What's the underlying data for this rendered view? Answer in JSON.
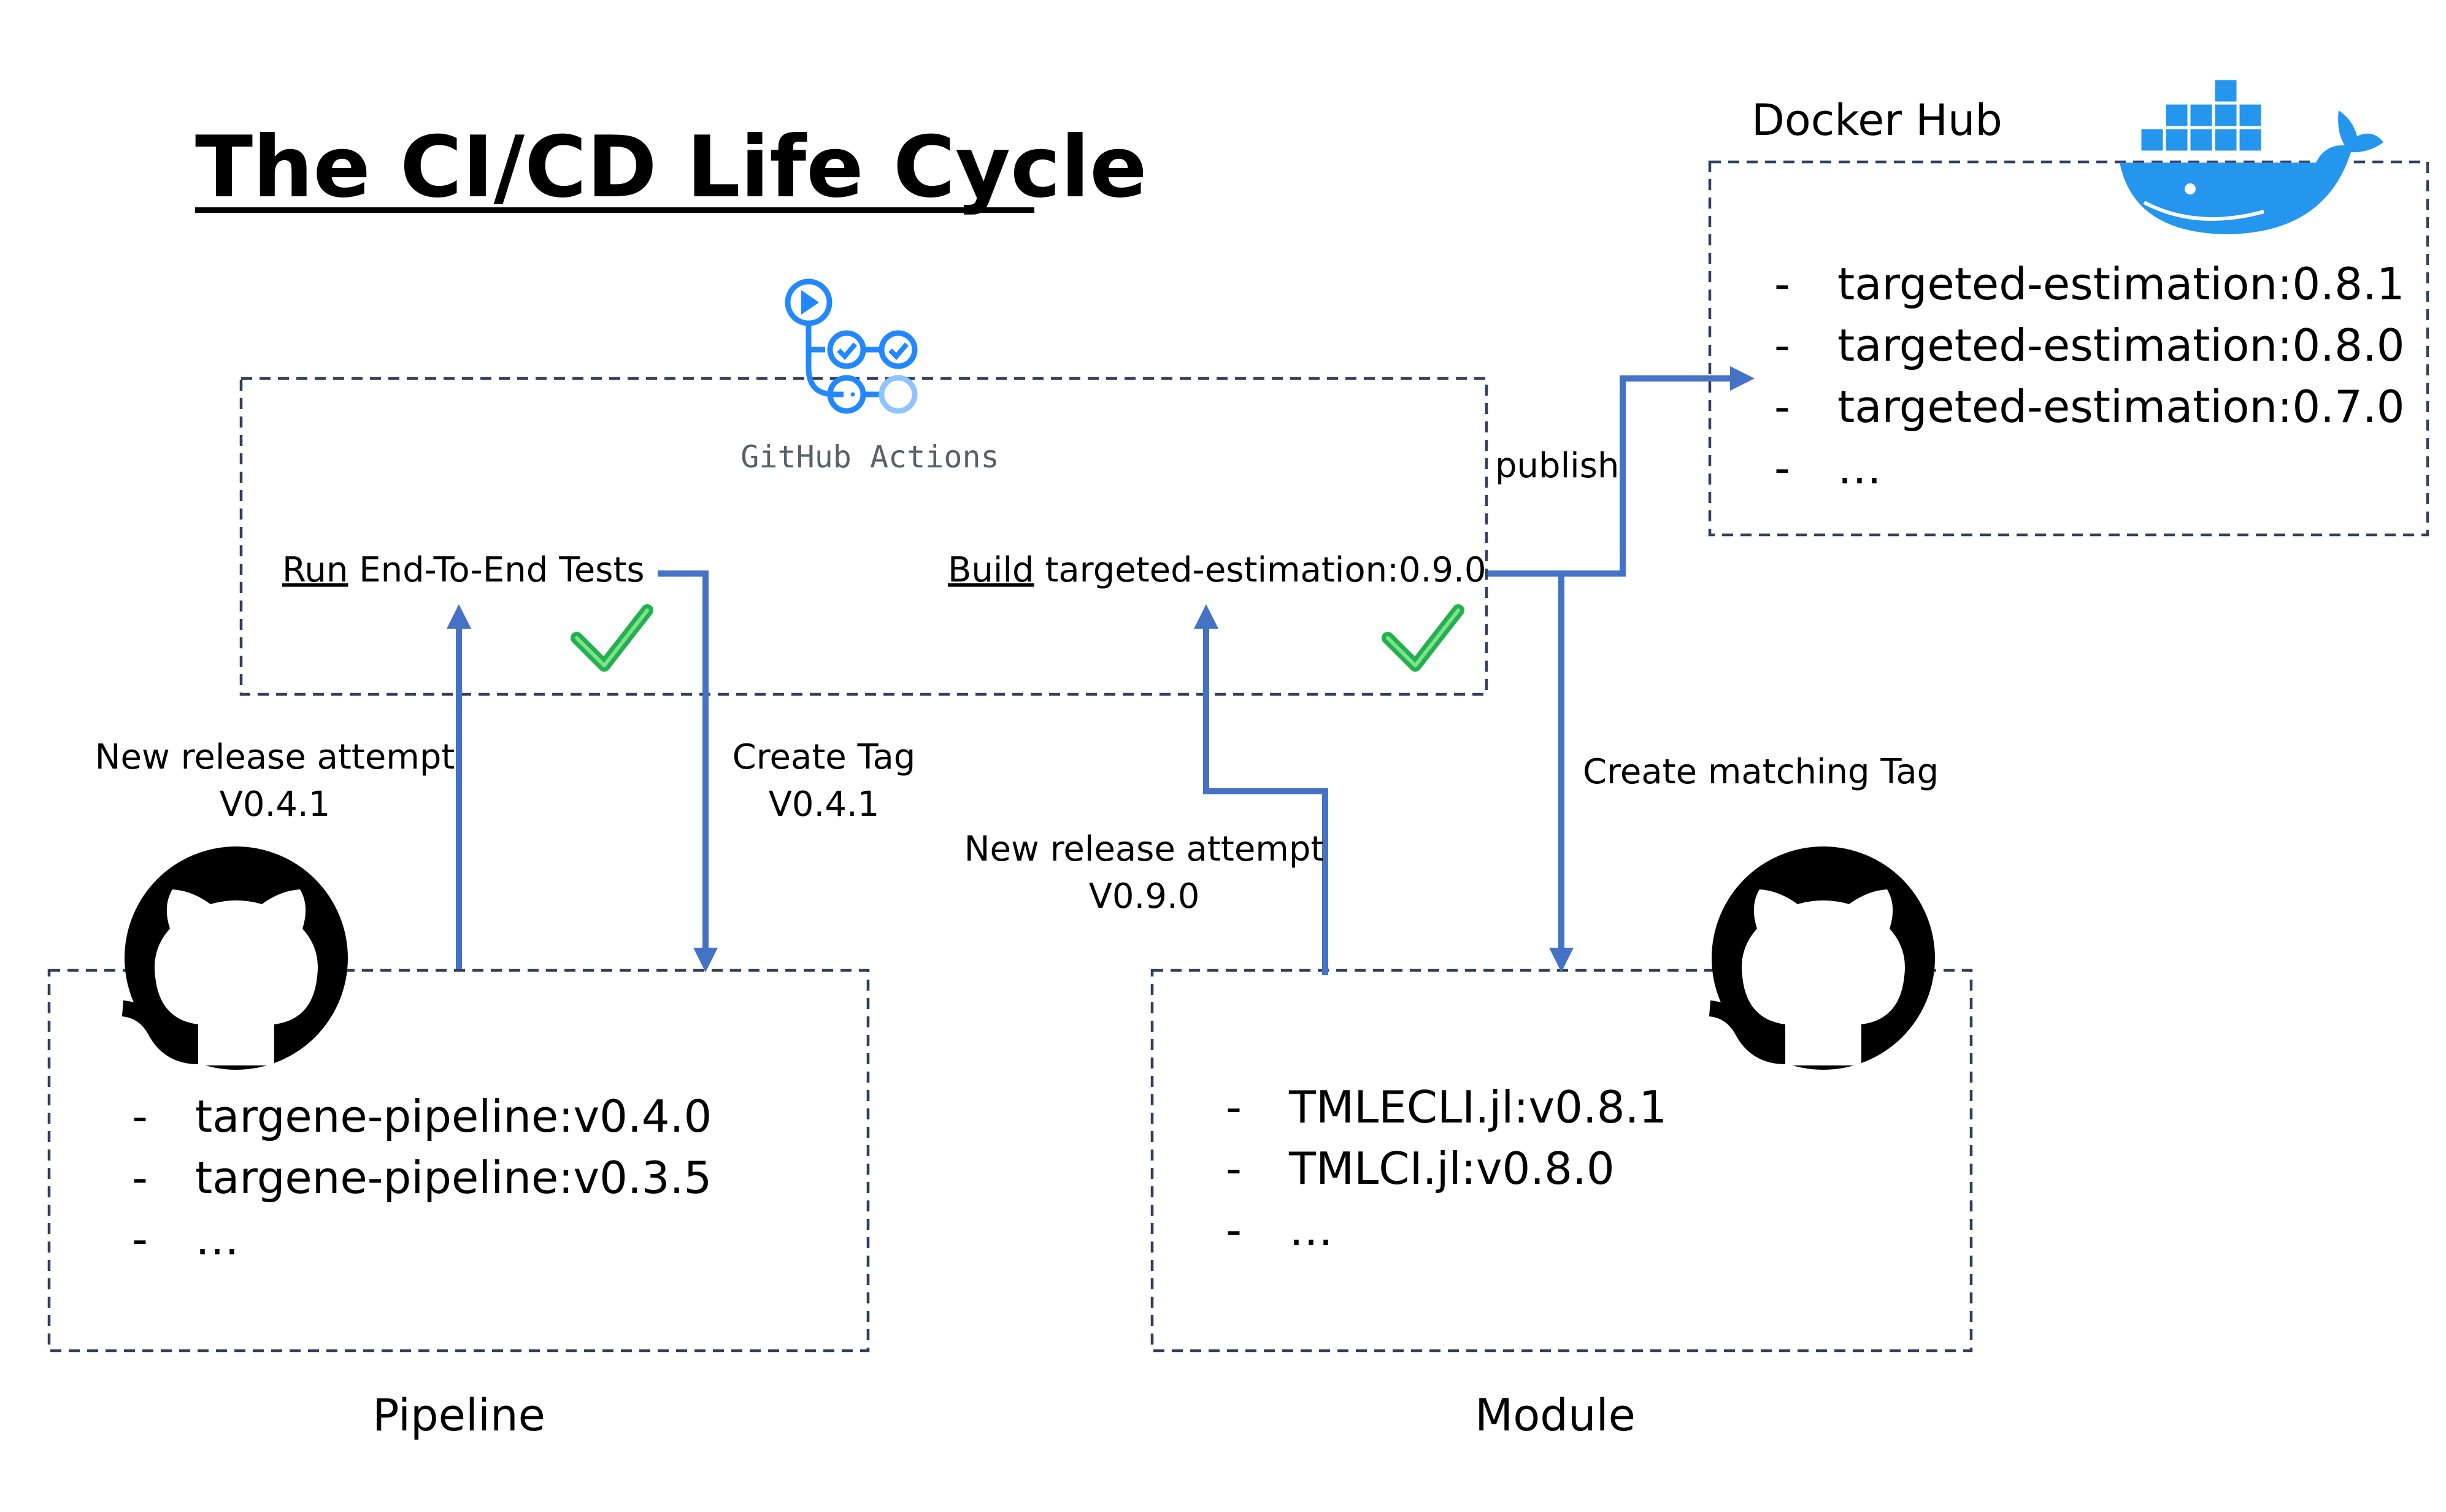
{
  "title": "The CI/CD Life Cycle",
  "colors": {
    "arrow": "#4472C4",
    "box_border": "#2F3F5F",
    "check": "#22B14C",
    "actions_icon": "#2188FF",
    "docker": "#2496ED"
  },
  "icons": {
    "actions": "github-actions-icon",
    "github": "github-octocat-icon",
    "docker": "docker-whale-icon",
    "check": "checkmark-icon"
  },
  "github_actions": {
    "label": "GitHub Actions",
    "run_prefix": "Run",
    "run_rest": " End-To-End Tests",
    "build_prefix": "Build",
    "build_rest": " targeted-estimation:0.9.0"
  },
  "docker_hub": {
    "title": "Docker Hub",
    "items": [
      "targeted-estimation:0.8.1",
      "targeted-estimation:0.8.0",
      "targeted-estimation:0.7.0",
      "…"
    ]
  },
  "pipeline": {
    "caption": "Pipeline",
    "items": [
      "targene-pipeline:v0.4.0",
      "targene-pipeline:v0.3.5",
      "…"
    ]
  },
  "module": {
    "caption": "Module",
    "items": [
      "TMLECLI.jl:v0.8.1",
      "TMLCI.jl:v0.8.0",
      "…"
    ]
  },
  "edges": {
    "pipeline_release_line1": "New release attempt",
    "pipeline_release_line2": "V0.4.1",
    "create_tag_line1": "Create Tag",
    "create_tag_line2": "V0.4.1",
    "module_release_line1": "New release attempt",
    "module_release_line2": "V0.9.0",
    "publish": "publish",
    "create_matching_tag": "Create matching Tag"
  },
  "bullet": "-"
}
